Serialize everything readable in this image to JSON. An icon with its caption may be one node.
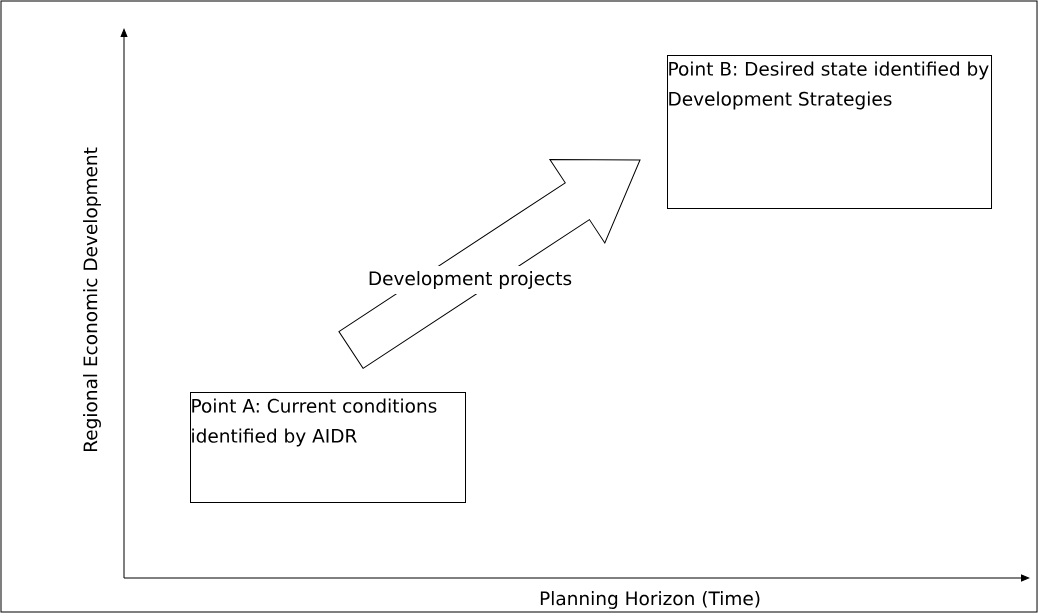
{
  "diagram": {
    "nodes": [
      {
        "text": [
          "Point A: Current conditions identified by AIDR"
        ]
      },
      {
        "text": [
          "Point B: Desired state identified by Development Strategies"
        ]
      }
    ],
    "edges": [
      {
        "from": 0,
        "to": 1,
        "arrow": "to",
        "label": "Development projects"
      }
    ],
    "labels": [
      "Regional Economic Development",
      "Planning Horizon (Time)"
    ]
  }
}
